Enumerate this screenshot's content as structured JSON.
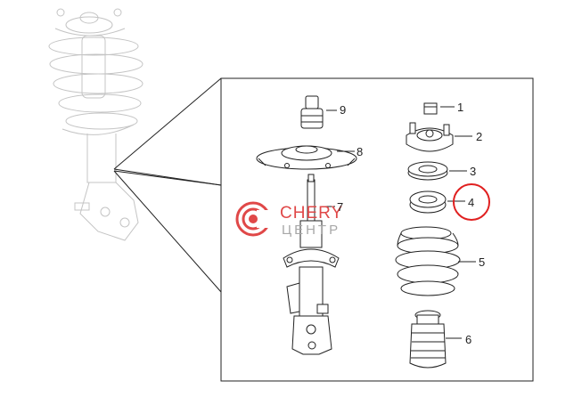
{
  "callouts": [
    {
      "id": "1",
      "label": "1"
    },
    {
      "id": "2",
      "label": "2"
    },
    {
      "id": "3",
      "label": "3"
    },
    {
      "id": "4",
      "label": "4"
    },
    {
      "id": "5",
      "label": "5"
    },
    {
      "id": "6",
      "label": "6"
    },
    {
      "id": "7",
      "label": "7"
    },
    {
      "id": "8",
      "label": "8"
    },
    {
      "id": "9",
      "label": "9"
    }
  ],
  "highlighted_callout": "4",
  "highlight_color": "#e02020",
  "watermark": {
    "top": "CHERY",
    "bottom": "ЦЕНТР",
    "accent_color": "#e04848"
  }
}
